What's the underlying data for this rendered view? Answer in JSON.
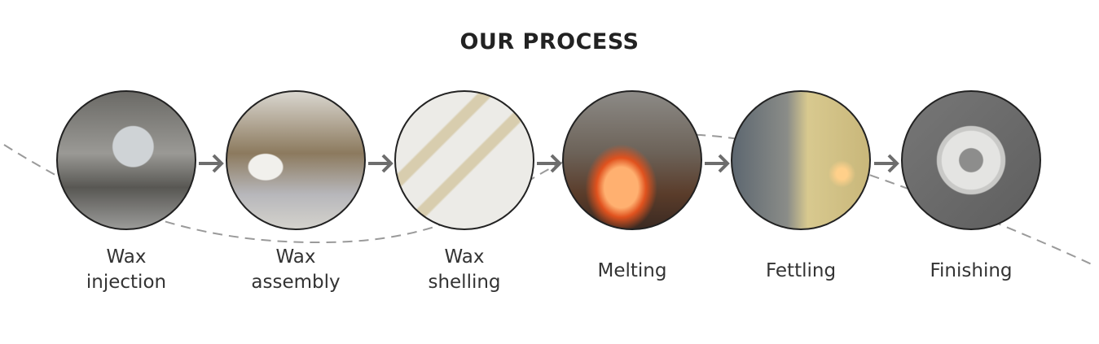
{
  "title": "OUR PROCESS",
  "steps": [
    {
      "line1": "Wax",
      "line2": "injection",
      "image": "wax-injection-photo"
    },
    {
      "line1": "Wax",
      "line2": "assembly",
      "image": "wax-assembly-photo"
    },
    {
      "line1": "Wax",
      "line2": "shelling",
      "image": "wax-shelling-photo"
    },
    {
      "line1": "Melting",
      "image": "melting-photo"
    },
    {
      "line1": "Fettling",
      "image": "fettling-photo"
    },
    {
      "line1": "Finishing",
      "image": "finishing-photo"
    }
  ],
  "colors": {
    "arrow": "#6d6d6d",
    "curve": "#9a9a9a",
    "title": "#222222"
  }
}
